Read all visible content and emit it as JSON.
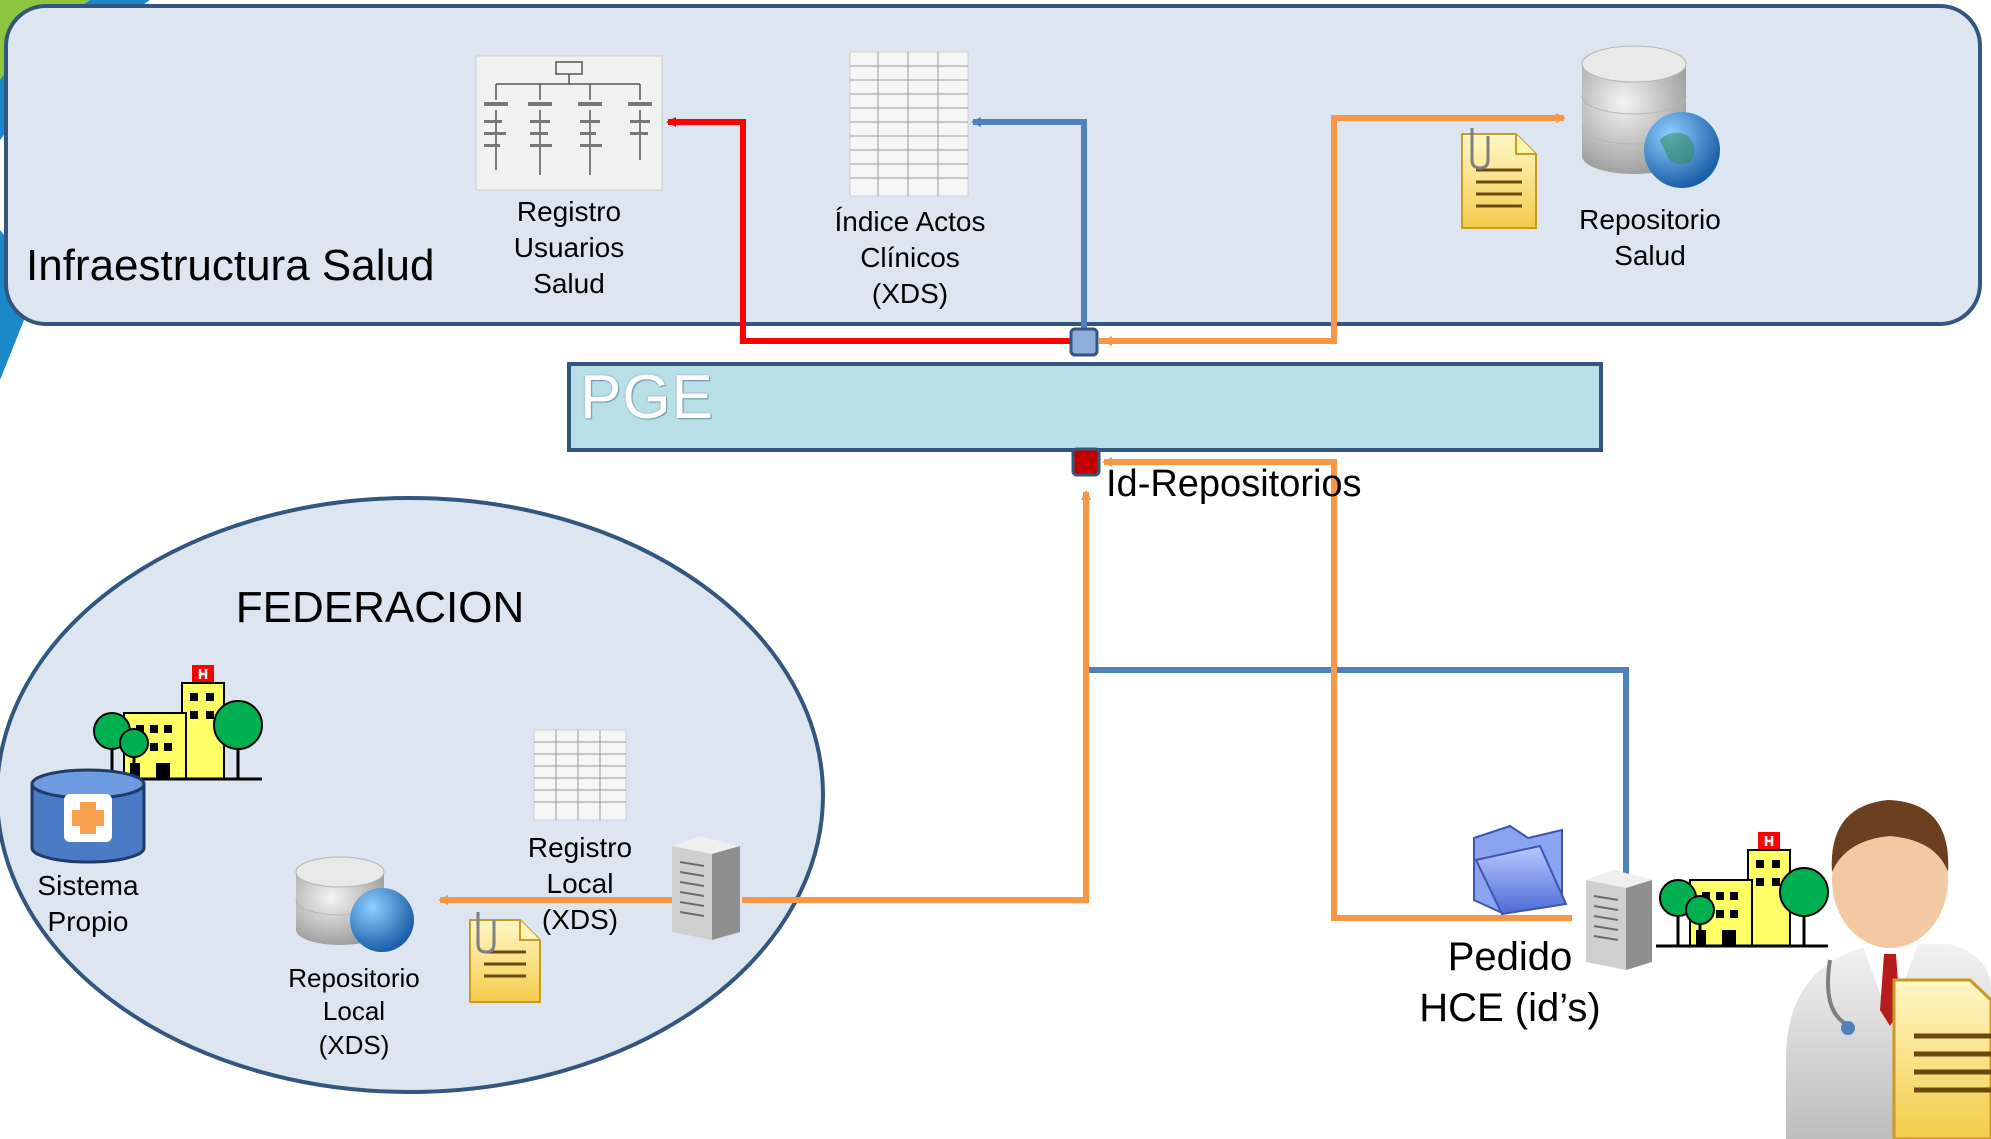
{
  "infra": {
    "title": "Infraestructura Salud",
    "registro_usuarios": "Registro\nUsuarios\nSalud",
    "indice_actos": "Índice Actos\nClínicos\n(XDS)",
    "repositorio_salud": "Repositorio\nSalud"
  },
  "pge": {
    "title": "PGE"
  },
  "id_repositorios": "Id-Repositorios",
  "federacion": {
    "title": "FEDERACION",
    "sistema_propio": "Sistema\nPropio",
    "registro_local": "Registro\nLocal\n(XDS)",
    "repositorio_local": "Repositorio\nLocal\n(XDS)"
  },
  "pedido": "Pedido\nHCE (id’s)",
  "colors": {
    "infra_fill": "#dde6f0",
    "border": "#33567f",
    "pge_fill": "#b9dfe6",
    "arrow_red": "#ff0000",
    "arrow_blue": "#4f81bd",
    "arrow_orange": "#f79646"
  },
  "icons": [
    "org-chart-document",
    "table-document",
    "database-globe",
    "text-document",
    "hospital-building",
    "database-medical-cross",
    "server-tower",
    "folder",
    "doctor"
  ]
}
